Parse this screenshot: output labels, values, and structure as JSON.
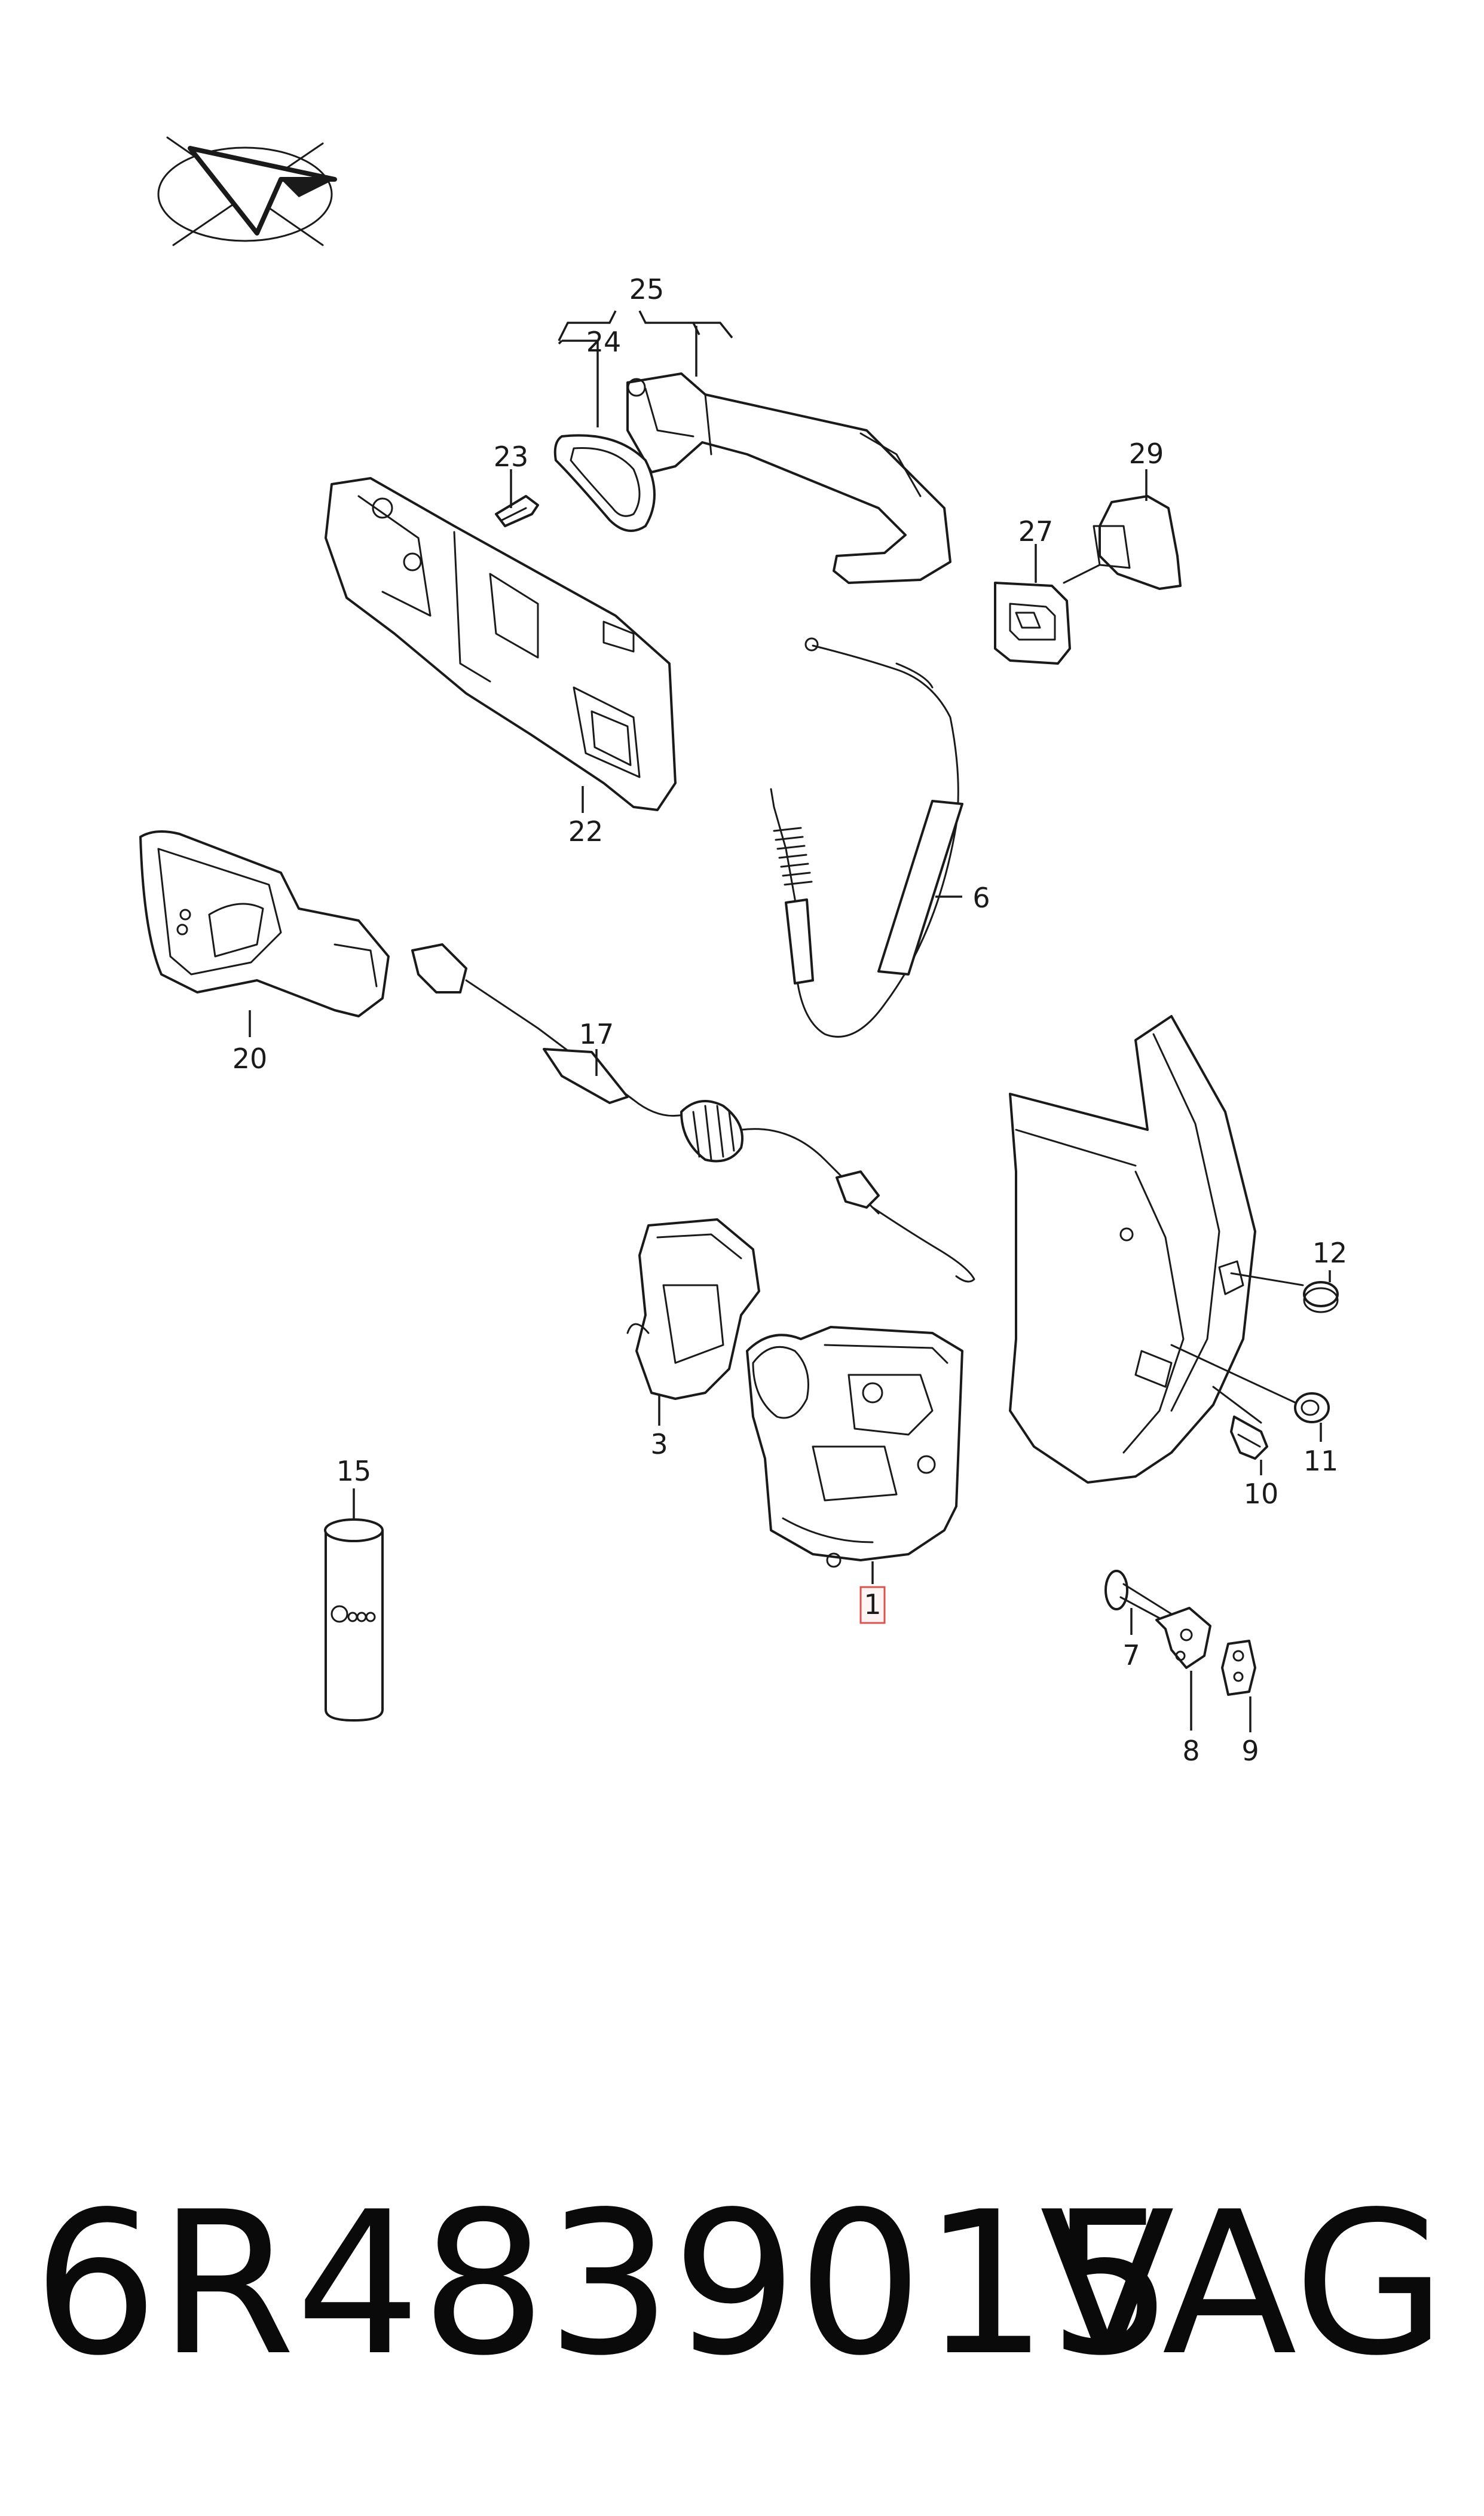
{
  "callouts": {
    "c1": "1",
    "c3": "3",
    "c6": "6",
    "c7": "7",
    "c8": "8",
    "c9": "9",
    "c10": "10",
    "c11": "11",
    "c12": "12",
    "c15": "15",
    "c17": "17",
    "c20": "20",
    "c22": "22",
    "c23": "23",
    "c24": "24",
    "c25": "25",
    "c27": "27",
    "c29": "29"
  },
  "highlight": {
    "callout": "1",
    "color": "#d9534f"
  },
  "footer": {
    "part_number": "6R4839015",
    "brand": "VAG"
  },
  "icons": {
    "orientation": "direction-arrow-icon"
  }
}
